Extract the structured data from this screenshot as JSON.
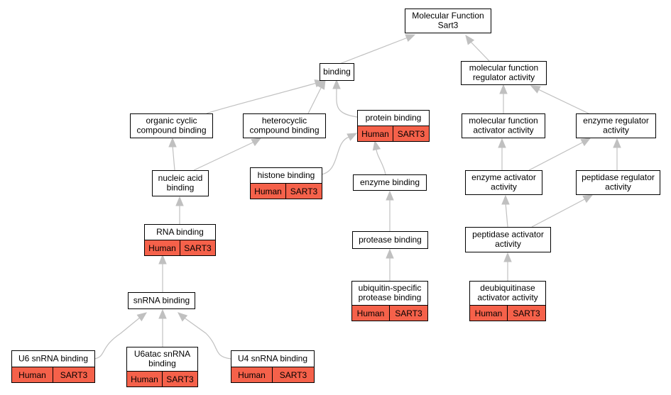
{
  "colors": {
    "annotation_fill": "#f5614a",
    "edge": "#c0c0c0",
    "border": "#000000"
  },
  "nodes": [
    {
      "id": "mf",
      "lines": [
        "Molecular Function",
        "Sart3"
      ],
      "cells": []
    },
    {
      "id": "binding",
      "lines": [
        "binding"
      ],
      "cells": []
    },
    {
      "id": "mfra",
      "lines": [
        "molecular function",
        "regulator activity"
      ],
      "cells": []
    },
    {
      "id": "occb",
      "lines": [
        "organic cyclic",
        "compound binding"
      ],
      "cells": []
    },
    {
      "id": "hcb",
      "lines": [
        "heterocyclic",
        "compound binding"
      ],
      "cells": []
    },
    {
      "id": "pb",
      "lines": [
        "protein binding"
      ],
      "cells": [
        "Human",
        "SART3"
      ]
    },
    {
      "id": "mfaa",
      "lines": [
        "molecular function",
        "activator activity"
      ],
      "cells": []
    },
    {
      "id": "era",
      "lines": [
        "enzyme regulator",
        "activity"
      ],
      "cells": []
    },
    {
      "id": "nab",
      "lines": [
        "nucleic acid",
        "binding"
      ],
      "cells": []
    },
    {
      "id": "hb",
      "lines": [
        "histone binding"
      ],
      "cells": [
        "Human",
        "SART3"
      ]
    },
    {
      "id": "eb",
      "lines": [
        "enzyme binding"
      ],
      "cells": []
    },
    {
      "id": "eaa",
      "lines": [
        "enzyme activator",
        "activity"
      ],
      "cells": []
    },
    {
      "id": "pra",
      "lines": [
        "peptidase regulator",
        "activity"
      ],
      "cells": []
    },
    {
      "id": "rnab",
      "lines": [
        "RNA binding"
      ],
      "cells": [
        "Human",
        "SART3"
      ]
    },
    {
      "id": "protb",
      "lines": [
        "protease binding"
      ],
      "cells": []
    },
    {
      "id": "paa",
      "lines": [
        "peptidase activator",
        "activity"
      ],
      "cells": []
    },
    {
      "id": "snrnab",
      "lines": [
        "snRNA binding"
      ],
      "cells": []
    },
    {
      "id": "uspb",
      "lines": [
        "ubiquitin-specific",
        "protease binding"
      ],
      "cells": [
        "Human",
        "SART3"
      ]
    },
    {
      "id": "daa",
      "lines": [
        "deubiquitinase",
        "activator activity"
      ],
      "cells": [
        "Human",
        "SART3"
      ]
    },
    {
      "id": "u6",
      "lines": [
        "U6 snRNA binding"
      ],
      "cells": [
        "Human",
        "SART3"
      ]
    },
    {
      "id": "u6atac",
      "lines": [
        "U6atac snRNA",
        "binding"
      ],
      "cells": [
        "Human",
        "SART3"
      ]
    },
    {
      "id": "u4",
      "lines": [
        "U4 snRNA binding"
      ],
      "cells": [
        "Human",
        "SART3"
      ]
    }
  ]
}
